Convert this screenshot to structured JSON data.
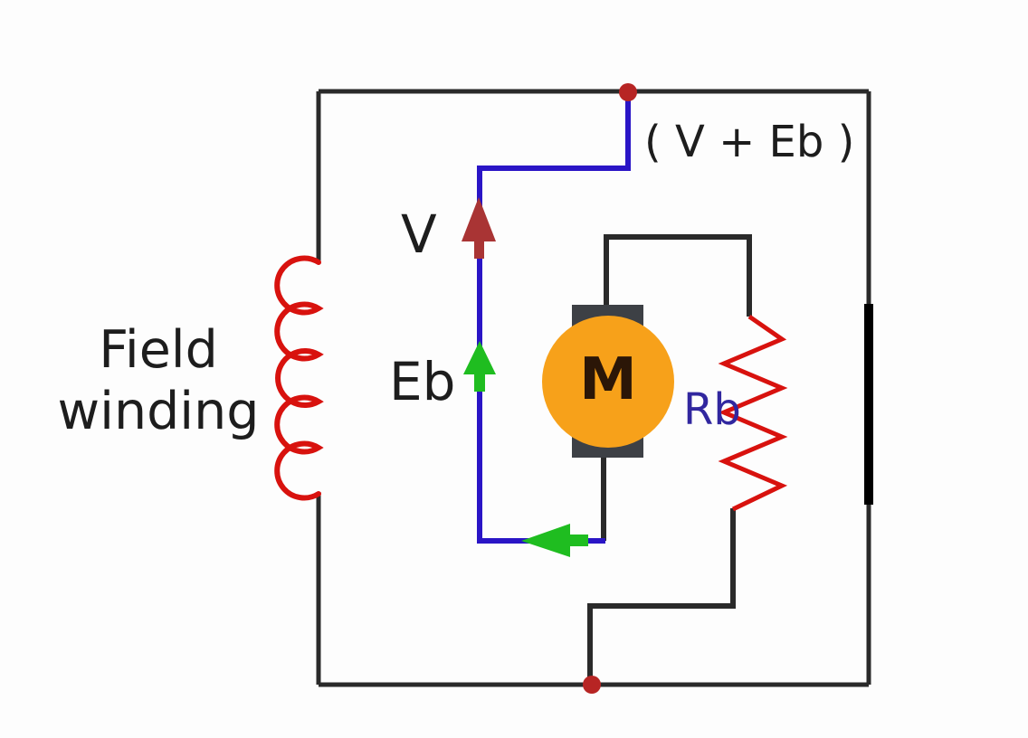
{
  "diagram": {
    "labels": {
      "field_winding": "Field winding",
      "supply_voltage": "V",
      "back_emf": "Eb",
      "total_voltage": "( V + Eb )",
      "motor_letter": "M",
      "braking_resistor": "Rb"
    },
    "colors": {
      "wire": "#2a2a2a",
      "wire_bold": "#000000",
      "loop_wire": "#2a15c6",
      "winding_red": "#d8120e",
      "junction_dot": "#b72524",
      "v_arrow": "#a93434",
      "eb_arrow": "#1fbd20",
      "motor_body": "#f7a11a",
      "brush_block": "#3d4045",
      "rb_text": "#31279f",
      "motor_letter_text": "#2b1607",
      "text": "#1d1d1d",
      "background": "#fdfdfd"
    }
  }
}
